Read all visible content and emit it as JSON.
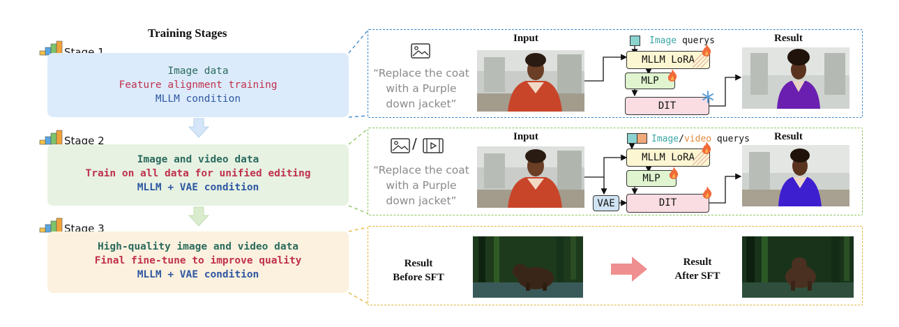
{
  "title": "Training Stages",
  "stages": [
    {
      "label": "Stage 1",
      "lines": [
        "Image data",
        "Feature alignment training",
        "MLLM condition"
      ]
    },
    {
      "label": "Stage 2",
      "lines": [
        "Image and video data",
        "Train on all data for unified editing",
        "MLLM + VAE condition"
      ]
    },
    {
      "label": "Stage 3",
      "lines": [
        "High-quality image and video data",
        "Final fine-tune to improve quality",
        "MLLM + VAE condition"
      ]
    }
  ],
  "panel1": {
    "prompt": [
      "“Replace the coat",
      "with a Purple",
      "down jacket”"
    ],
    "input_label": "Input",
    "result_label": "Result",
    "query_word": "Image",
    "query_suffix": " querys",
    "mllm": "MLLM LoRA",
    "mlp": "MLP",
    "dit": "DIT"
  },
  "panel2": {
    "prompt": [
      "“Replace the coat",
      "with a Purple",
      "down jacket”"
    ],
    "slash": "/",
    "input_label": "Input",
    "result_label": "Result",
    "query_word1": "Image",
    "query_sep": "/",
    "query_word2": "video",
    "query_suffix": " querys",
    "mllm": "MLLM LoRA",
    "mlp": "MLP",
    "dit": "DIT",
    "vae": "VAE"
  },
  "panel3": {
    "before": [
      "Result",
      "Before SFT"
    ],
    "after": [
      "Result",
      "After SFT"
    ]
  },
  "colors": {
    "stage1_bg": "#dcebfb",
    "stage2_bg": "#e7f2e2",
    "stage3_bg": "#fbf1de",
    "panel1_border": "#3a86c8",
    "panel2_border": "#8cc45e",
    "panel3_border": "#e0b43a",
    "green_text": "#2a6b5e",
    "red_text": "#c0304d",
    "blue_text": "#2e57a2",
    "coat_orange": "#c8452a",
    "jacket_purple": "#6a1fb0",
    "arrow_pink": "#ef8f8f"
  }
}
